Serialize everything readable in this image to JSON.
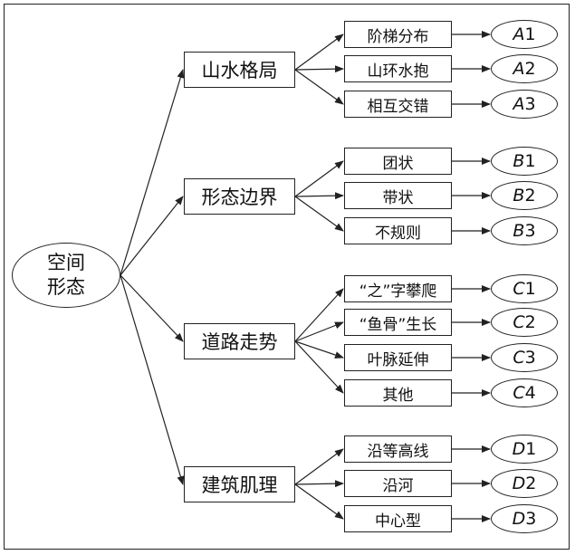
{
  "root": {
    "line1": "空间",
    "line2": "形态"
  },
  "categories": [
    {
      "label": "山水格局",
      "leaves": [
        {
          "label": "阶梯分布",
          "letter": "A",
          "num": "1"
        },
        {
          "label": "山环水抱",
          "letter": "A",
          "num": "2"
        },
        {
          "label": "相互交错",
          "letter": "A",
          "num": "3"
        }
      ]
    },
    {
      "label": "形态边界",
      "leaves": [
        {
          "label": "团状",
          "letter": "B",
          "num": "1"
        },
        {
          "label": "带状",
          "letter": "B",
          "num": "2"
        },
        {
          "label": "不规则",
          "letter": "B",
          "num": "3"
        }
      ]
    },
    {
      "label": "道路走势",
      "leaves": [
        {
          "label": "“之”字攀爬",
          "letter": "C",
          "num": "1"
        },
        {
          "label": "“鱼骨”生长",
          "letter": "C",
          "num": "2"
        },
        {
          "label": "叶脉延伸",
          "letter": "C",
          "num": "3"
        },
        {
          "label": "其他",
          "letter": "C",
          "num": "4"
        }
      ]
    },
    {
      "label": "建筑肌理",
      "leaves": [
        {
          "label": "沿等高线",
          "letter": "D",
          "num": "1"
        },
        {
          "label": "沿河",
          "letter": "D",
          "num": "2"
        },
        {
          "label": "中心型",
          "letter": "D",
          "num": "3"
        }
      ]
    }
  ]
}
